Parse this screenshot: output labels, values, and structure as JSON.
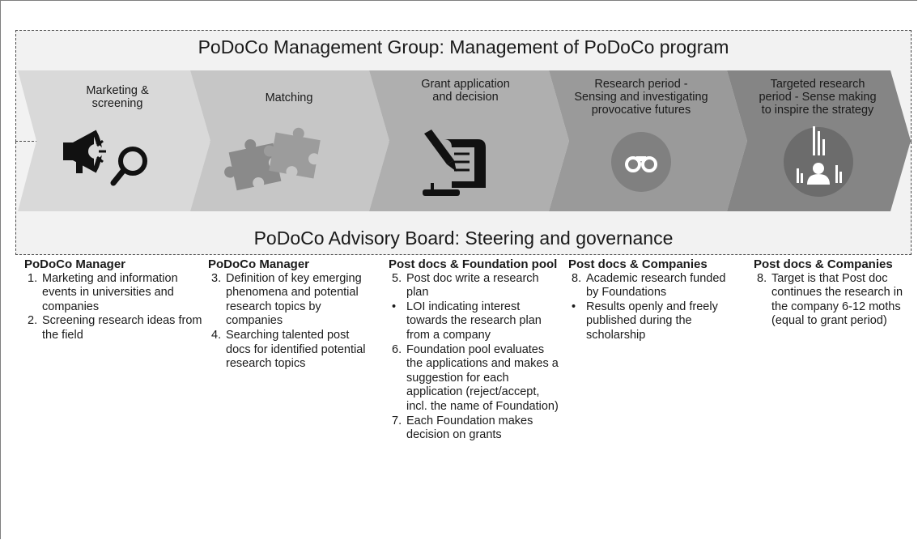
{
  "management_group": {
    "title": "PoDoCo Management Group: Management of PoDoCo program"
  },
  "advisory_board": {
    "title": "PoDoCo Advisory Board: Steering and governance"
  },
  "stages": [
    {
      "label": "Marketing &\nscreening",
      "icon": "megaphone-magnifier-icon",
      "color": "#d9d9d9"
    },
    {
      "label": "Matching",
      "icon": "puzzle-icon",
      "color": "#c6c6c6"
    },
    {
      "label": "Grant application\nand decision",
      "icon": "document-pen-icon",
      "color": "#afafaf"
    },
    {
      "label": "Research period -\nSensing and investigating\nprovocative futures",
      "icon": "binoculars-icon",
      "color": "#9a9a9a"
    },
    {
      "label": "Targeted research\nperiod - Sense making\nto inspire the strategy",
      "icon": "person-insight-icon",
      "color": "#858585"
    }
  ],
  "columns": [
    {
      "title": "PoDoCo Manager",
      "items": [
        {
          "marker": "1.",
          "text": "Marketing and information events in universities and companies"
        },
        {
          "marker": "2.",
          "text": "Screening research ideas from the field"
        }
      ]
    },
    {
      "title": "PoDoCo Manager",
      "items": [
        {
          "marker": "3.",
          "text": "Definition of key emerging phenomena and potential research topics by companies"
        },
        {
          "marker": "4.",
          "text": "Searching talented post docs for identified potential research topics"
        }
      ]
    },
    {
      "title": "Post docs & Foundation pool",
      "items": [
        {
          "marker": "5.",
          "text": " Post doc write a research plan"
        },
        {
          "marker": "•",
          "text": "LOI indicating interest towards the research plan from a company"
        },
        {
          "marker": "6.",
          "text": "Foundation pool evaluates the applications and makes a suggestion for each application (reject/accept, incl. the name of Foundation)"
        },
        {
          "marker": "7.",
          "text": "Each Foundation makes decision on grants"
        }
      ]
    },
    {
      "title": "Post docs & Companies",
      "items": [
        {
          "marker": "8.",
          "text": "Academic research funded by Foundations"
        },
        {
          "marker": "•",
          "text": "Results openly and freely published during the scholarship"
        }
      ]
    },
    {
      "title": "Post docs & Companies",
      "items": [
        {
          "marker": "8.",
          "text": "Target is that Post doc continues the research in the company 6-12 moths (equal to grant period)"
        }
      ]
    }
  ]
}
